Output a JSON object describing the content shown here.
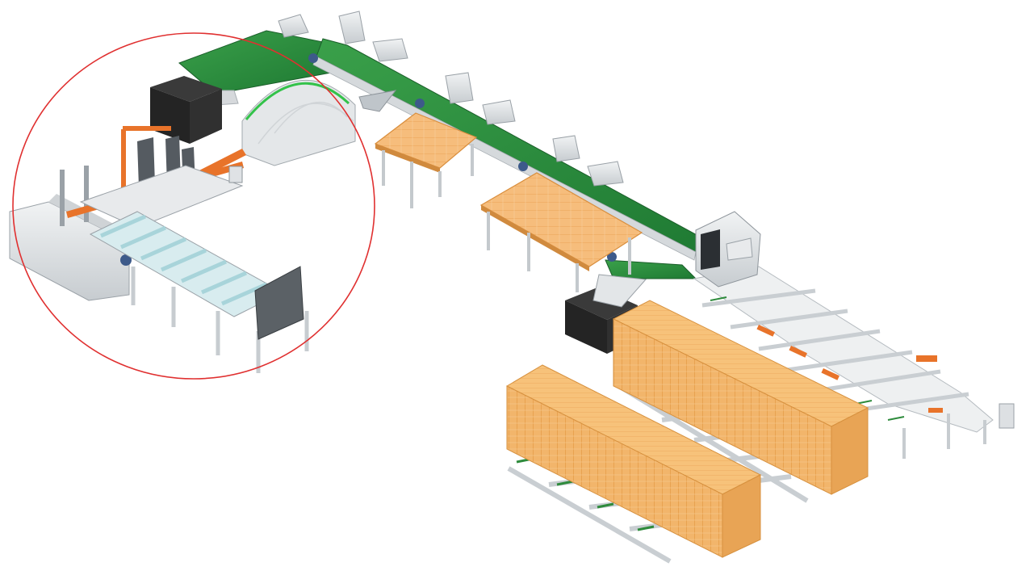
{
  "scene": {
    "colors": {
      "background": "#ffffff",
      "conveyor_belt": "#2e8b3c",
      "conveyor_belt_light": "#4caf50",
      "lumber": "#f2b56b",
      "lumber_dark": "#e39a45",
      "steel_frame": "#e6e8ea",
      "steel_shadow": "#b9bec3",
      "machine_gray": "#d9dcdf",
      "bin_black": "#2b2b2b",
      "accent_orange": "#e8732a",
      "motor_blue": "#3d5a8a",
      "highlight_circle": "#e03030",
      "transparent_rollers": "#bfe3e8"
    },
    "components": [
      "green-belt-conveyor",
      "stacking-lift-machine",
      "roller-table",
      "lumber-buffer-table-upper",
      "lumber-buffer-table-lower",
      "optimizing-cross-cut-saw",
      "transverse-chain-infeed",
      "lumber-stack-front",
      "lumber-stack-rear",
      "scrap-bin-left",
      "scrap-bin-right",
      "curved-transfer-hood"
    ],
    "highlight": "circled-stacking-station"
  }
}
